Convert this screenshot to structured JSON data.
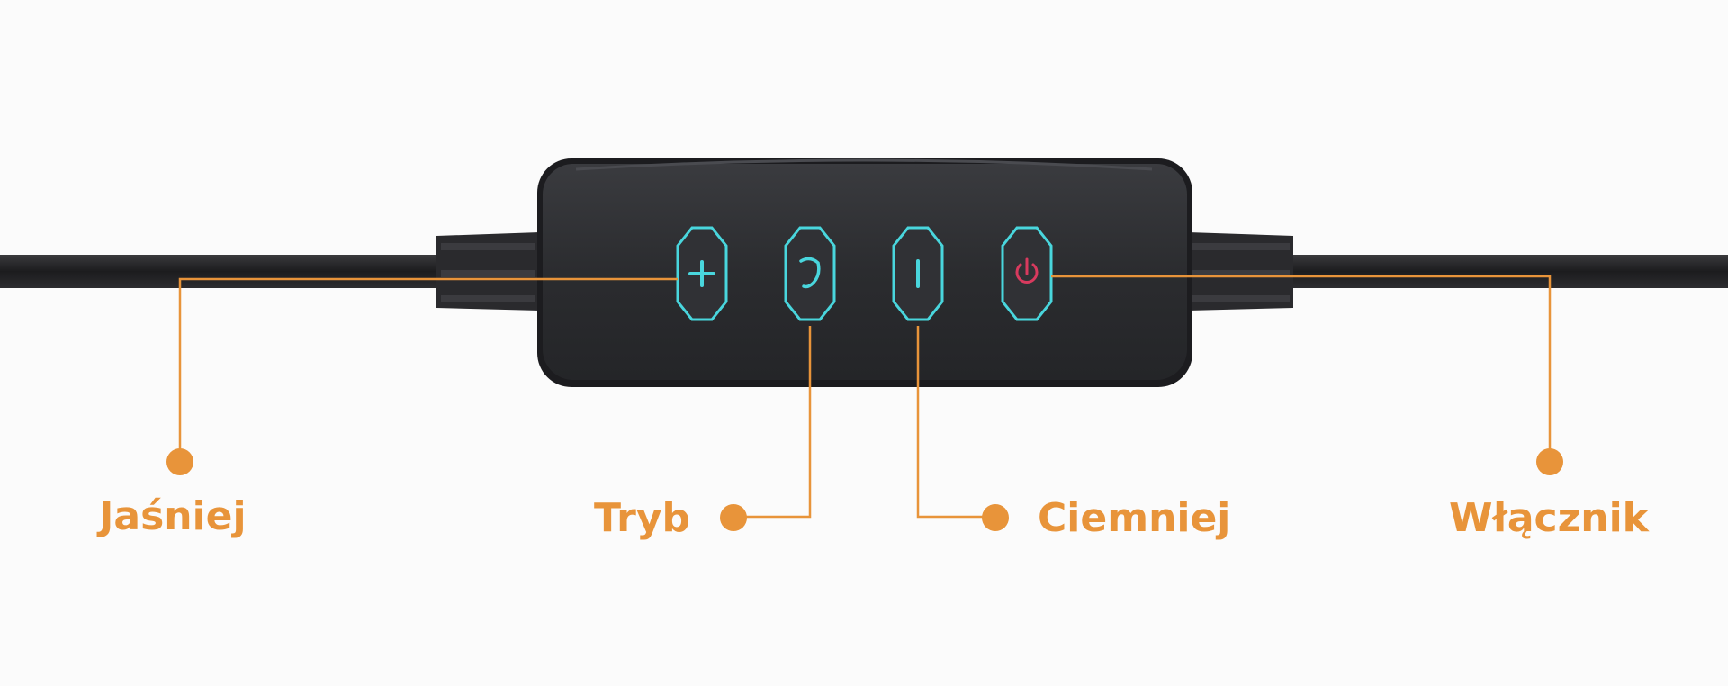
{
  "labels": {
    "brighter": "Jaśniej",
    "mode": "Tryb",
    "dimmer": "Ciemniej",
    "power": "Włącznik"
  },
  "colors": {
    "accent": "#e8943a",
    "button_outline": "#49d6dd",
    "power_symbol": "#d83a5e",
    "controller_body": "#2d2e31",
    "cable": "#1f1f21"
  },
  "icons": {
    "brighter": "plus-icon",
    "mode": "mode-icon",
    "dimmer": "minus-icon",
    "power": "power-icon"
  }
}
